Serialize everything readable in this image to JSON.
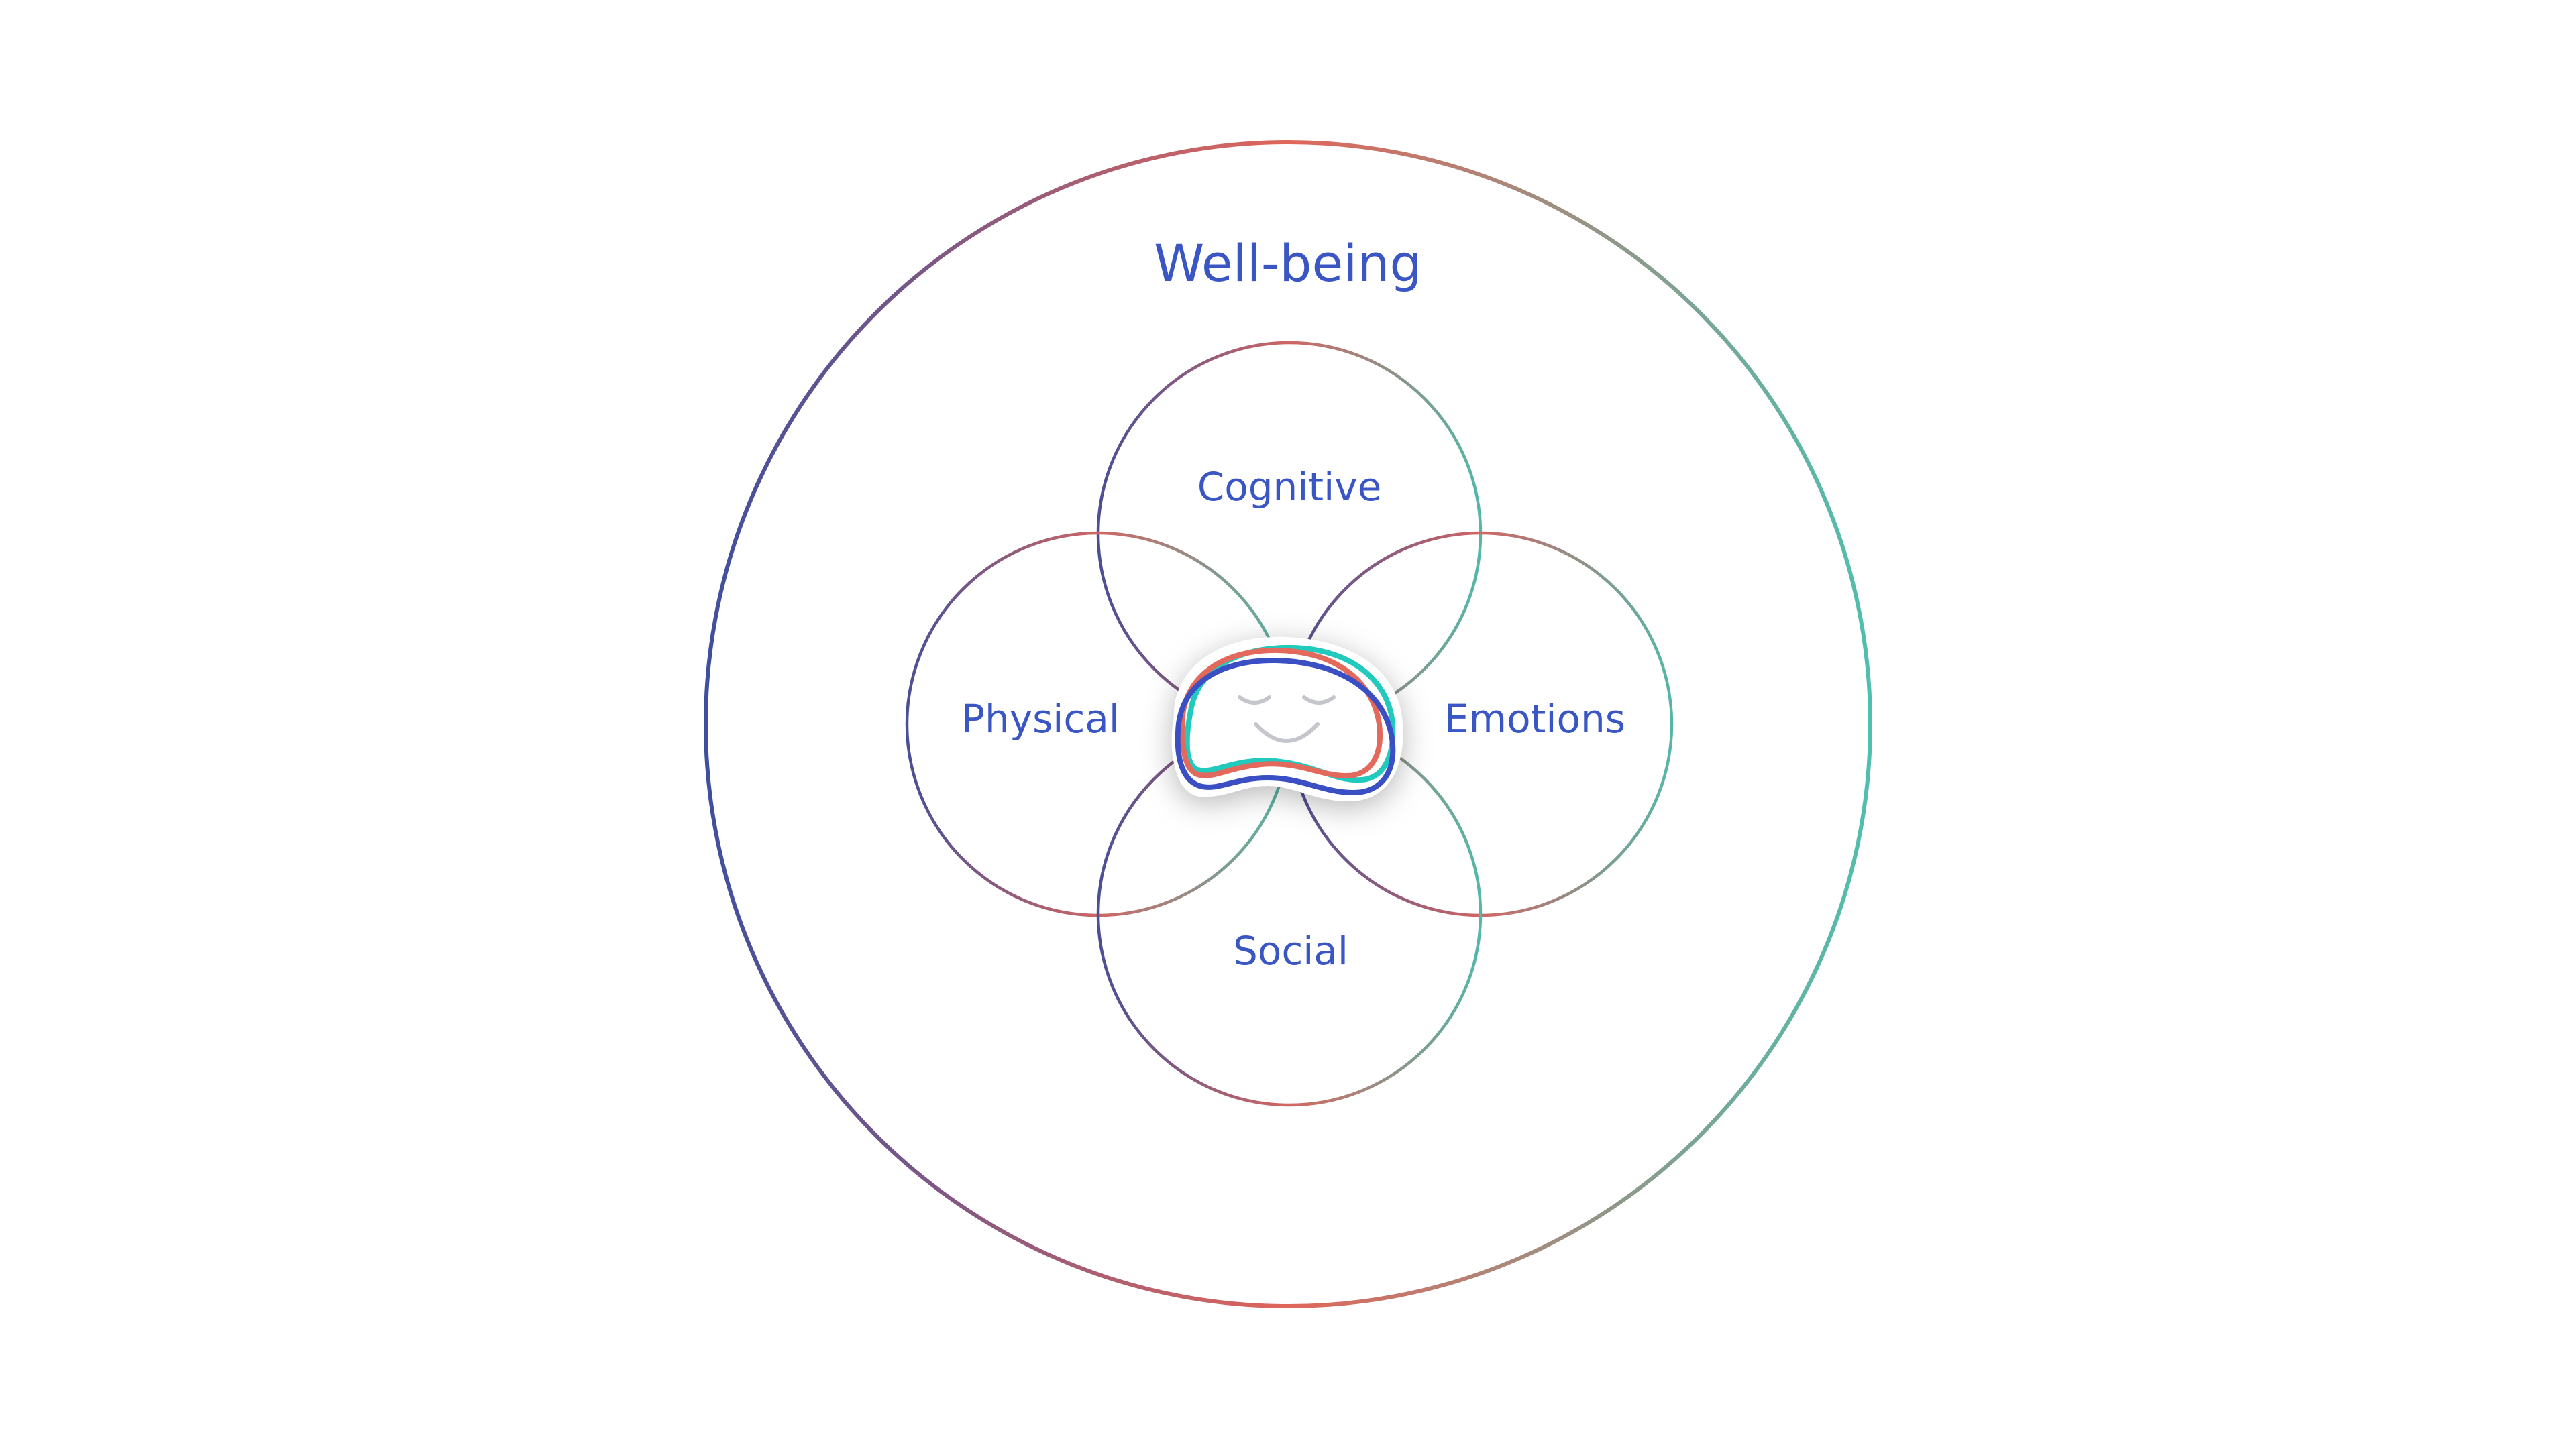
{
  "diagram": {
    "outer_title": "Well-being",
    "domains": {
      "top": "Cognitive",
      "left": "Physical",
      "right": "Emotions",
      "bottom": "Social"
    },
    "center_icon": "smiling-blob-logo-icon"
  },
  "colors": {
    "background": "#ffffff",
    "text": "#3a55c4",
    "gradient_blue": "#3f4f9e",
    "gradient_coral": "#e0665a",
    "gradient_teal": "#4fbfae",
    "logo_teal": "#22c9bd",
    "logo_coral": "#e2695b",
    "logo_blue": "#3b4fc4",
    "face": "#c4c6cc"
  }
}
